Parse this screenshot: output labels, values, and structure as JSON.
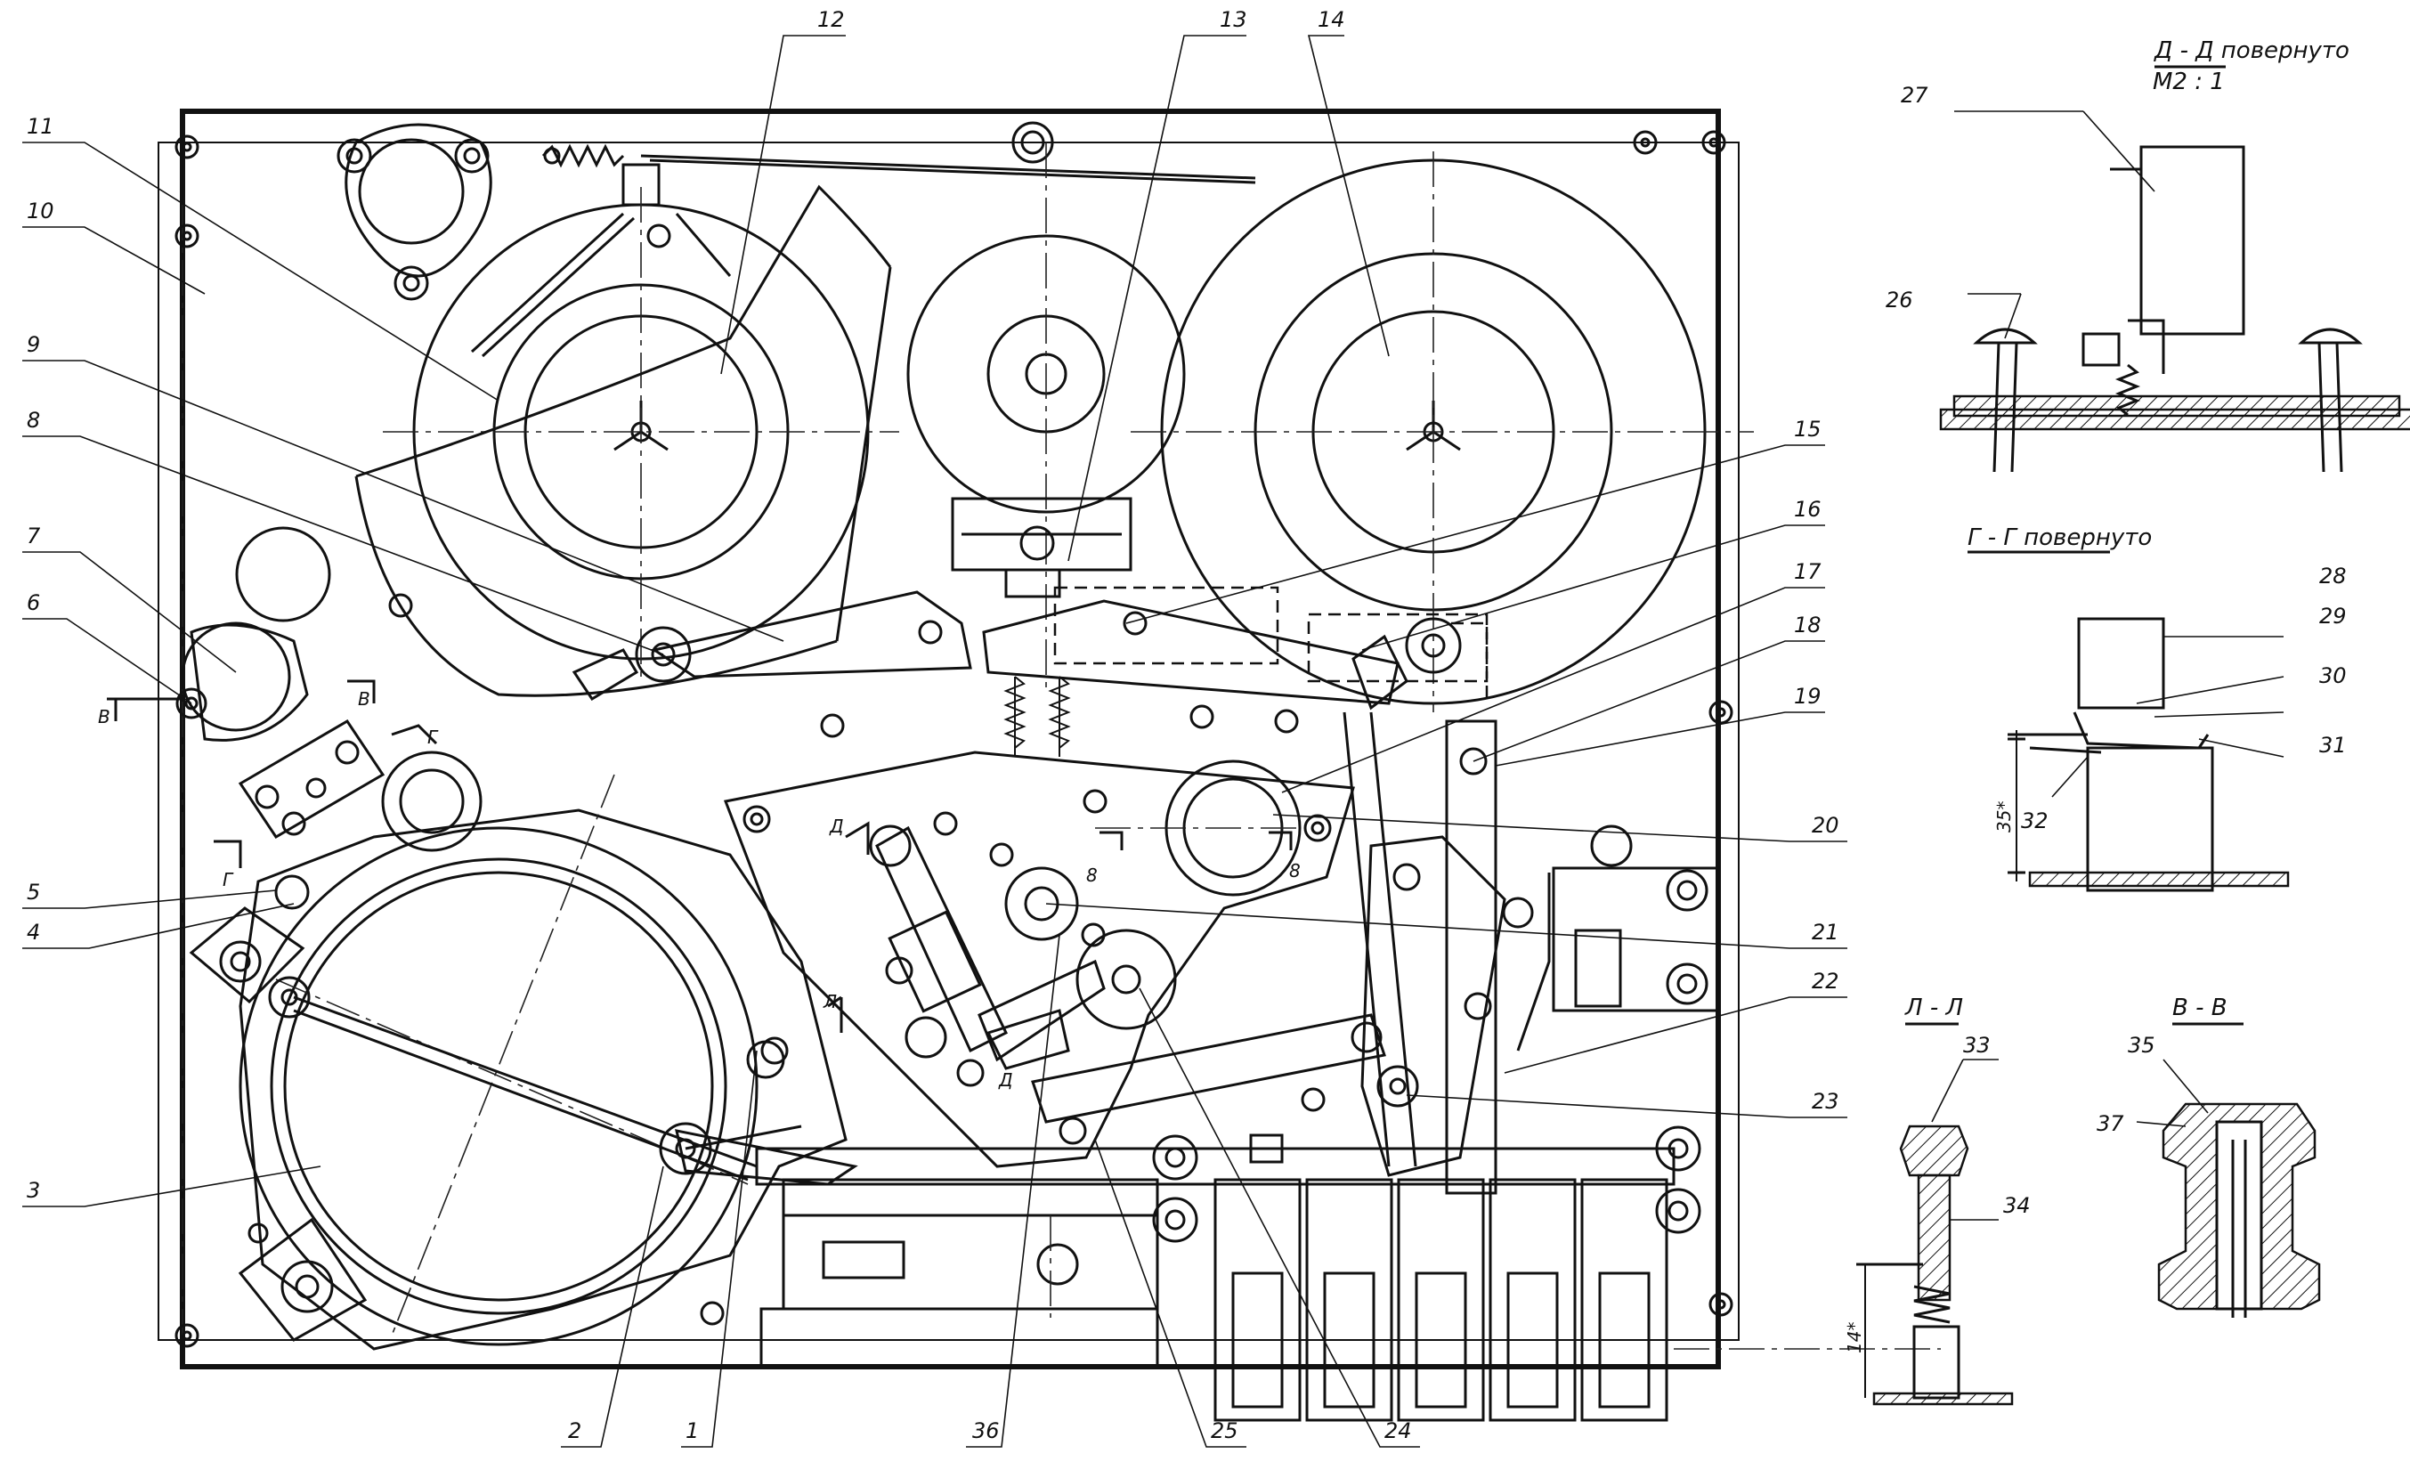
{
  "callouts": [
    {
      "id": "n1",
      "text": "1"
    },
    {
      "id": "n2",
      "text": "2"
    },
    {
      "id": "n3",
      "text": "3"
    },
    {
      "id": "n4",
      "text": "4"
    },
    {
      "id": "n5",
      "text": "5"
    },
    {
      "id": "n6",
      "text": "6"
    },
    {
      "id": "n7",
      "text": "7"
    },
    {
      "id": "n8",
      "text": "8"
    },
    {
      "id": "n9",
      "text": "9"
    },
    {
      "id": "n10",
      "text": "10"
    },
    {
      "id": "n11",
      "text": "11"
    },
    {
      "id": "n12",
      "text": "12"
    },
    {
      "id": "n13",
      "text": "13"
    },
    {
      "id": "n14",
      "text": "14"
    },
    {
      "id": "n15",
      "text": "15"
    },
    {
      "id": "n16",
      "text": "16"
    },
    {
      "id": "n17",
      "text": "17"
    },
    {
      "id": "n18",
      "text": "18"
    },
    {
      "id": "n19",
      "text": "19"
    },
    {
      "id": "n20",
      "text": "20"
    },
    {
      "id": "n21",
      "text": "21"
    },
    {
      "id": "n22",
      "text": "22"
    },
    {
      "id": "n23",
      "text": "23"
    },
    {
      "id": "n24",
      "text": "24"
    },
    {
      "id": "n25",
      "text": "25"
    },
    {
      "id": "n26",
      "text": "26"
    },
    {
      "id": "n27",
      "text": "27"
    },
    {
      "id": "n28",
      "text": "28"
    },
    {
      "id": "n29",
      "text": "29"
    },
    {
      "id": "n30",
      "text": "30"
    },
    {
      "id": "n31",
      "text": "31"
    },
    {
      "id": "n32",
      "text": "32"
    },
    {
      "id": "n33",
      "text": "33"
    },
    {
      "id": "n34",
      "text": "34"
    },
    {
      "id": "n35",
      "text": "35"
    },
    {
      "id": "n36",
      "text": "36"
    },
    {
      "id": "n37",
      "text": "37"
    }
  ],
  "sections": {
    "dd_title": "Д - Д повернуто",
    "dd_scale": "М2 : 1",
    "gg_title": "Г - Г повернуто",
    "ll_title": "Л - Л",
    "vv_title": "В - В"
  },
  "dimensions": {
    "dim_35": "35*",
    "dim_14": "14*"
  },
  "cut_marks": {
    "b": "В",
    "g": "Г",
    "d": "Д",
    "l": "Л",
    "v8": "8"
  }
}
